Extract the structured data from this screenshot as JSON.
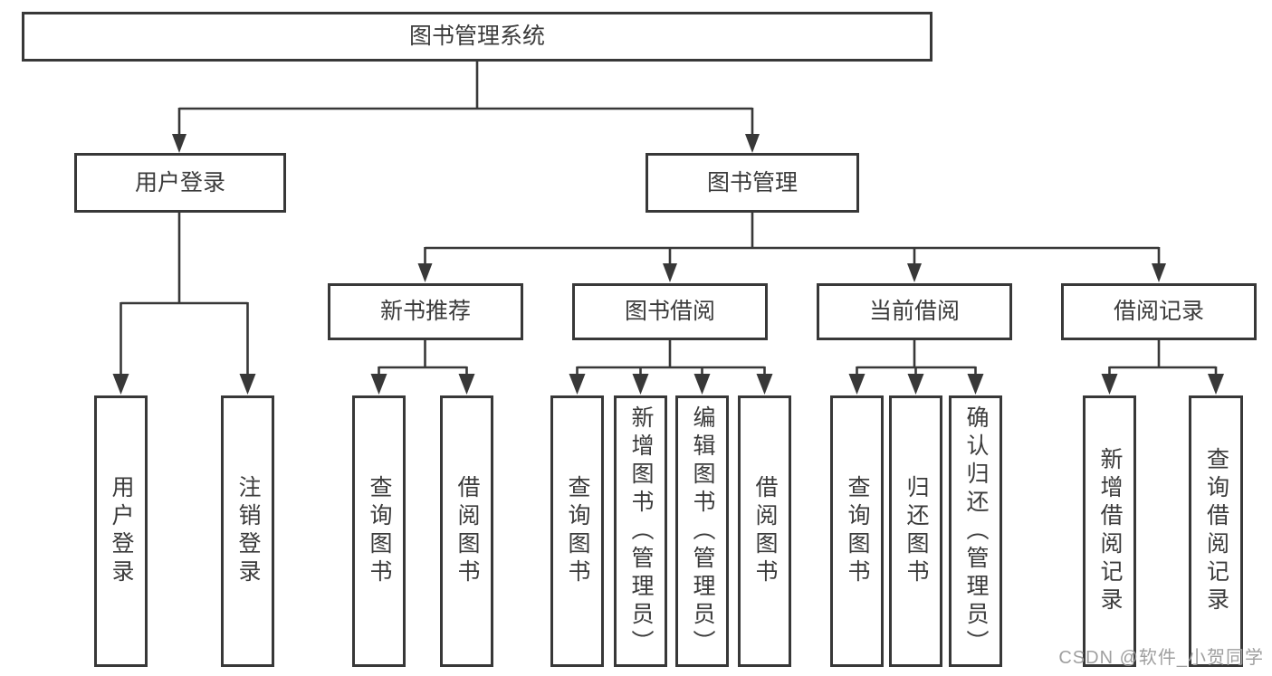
{
  "title": "图书管理系统",
  "level2": {
    "user_login": "用户登录",
    "book_management": "图书管理"
  },
  "level3": {
    "new_books": "新书推荐",
    "book_borrowing": "图书借阅",
    "current_borrowing": "当前借阅",
    "borrowing_records": "借阅记录"
  },
  "leaves": {
    "user_login": "用户登录",
    "logout": "注销登录",
    "nb_search_books": "查询图书",
    "nb_borrow_books": "借阅图书",
    "bb_search_books": "查询图书",
    "bb_add_books": "新增图书（管理员）",
    "bb_edit_books": "编辑图书（管理员）",
    "bb_borrow_books": "借阅图书",
    "cb_search_books": "查询图书",
    "cb_return_books": "归还图书",
    "cb_confirm_return": "确认归还（管理员）",
    "br_add_record": "新增借阅记录",
    "br_search_record": "查询借阅记录"
  },
  "watermark": "CSDN @软件_小贺同学",
  "colors": {
    "line": "#383838",
    "text": "#3b3b3b",
    "watermark": "#9f9f9f",
    "background": "#ffffff"
  }
}
